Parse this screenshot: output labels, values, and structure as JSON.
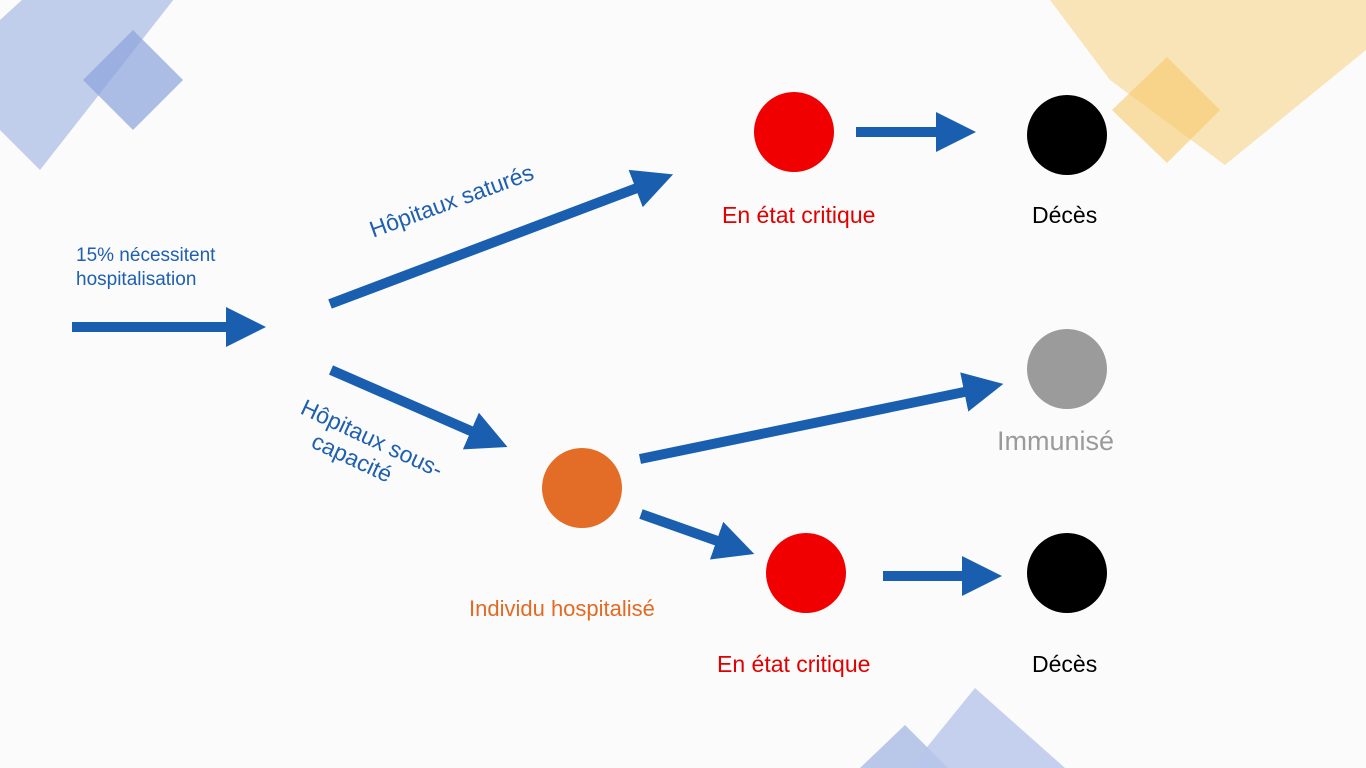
{
  "colors": {
    "arrow": "#1a5faf",
    "critical": "#f00000",
    "death": "#000000",
    "immune": "#9b9b9b",
    "hospitalized": "#e36d27",
    "deco_blue": "#7f9bd6",
    "deco_yellow": "#f6c96a"
  },
  "intro": {
    "line1": "15% nécessitent",
    "line2": "hospitalisation"
  },
  "branches": {
    "saturated": "Hôpitaux saturés",
    "under_line1": "Hôpitaux sous-",
    "under_line2": "capacité"
  },
  "nodes": {
    "critical_top": "En état critique",
    "death_top": "Décès",
    "immune": "Immunisé",
    "hospitalized": "Individu hospitalisé",
    "critical_bottom": "En état critique",
    "death_bottom": "Décès"
  }
}
